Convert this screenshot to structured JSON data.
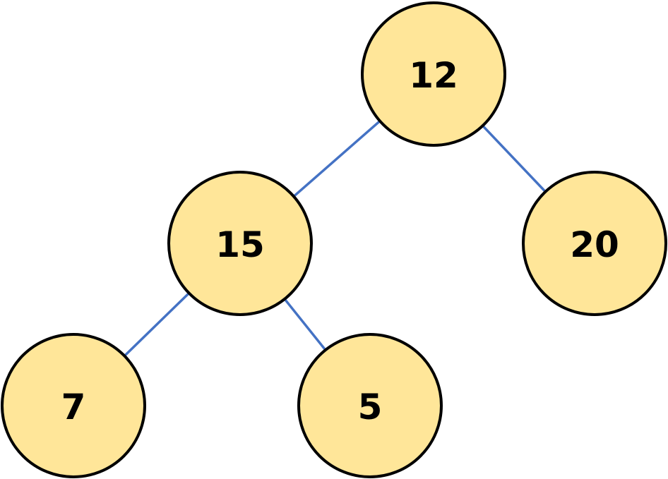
{
  "colors": {
    "node_fill": "#FFE699",
    "node_stroke": "#000000",
    "edge": "#4472C4",
    "label": "#000000"
  },
  "tree": {
    "nodes": [
      {
        "id": "n12",
        "value": "12"
      },
      {
        "id": "n15",
        "value": "15"
      },
      {
        "id": "n20",
        "value": "20"
      },
      {
        "id": "n7",
        "value": "7"
      },
      {
        "id": "n5",
        "value": "5"
      }
    ],
    "edges": [
      {
        "from": "n12",
        "to": "n15"
      },
      {
        "from": "n12",
        "to": "n20"
      },
      {
        "from": "n15",
        "to": "n7"
      },
      {
        "from": "n15",
        "to": "n5"
      }
    ]
  }
}
